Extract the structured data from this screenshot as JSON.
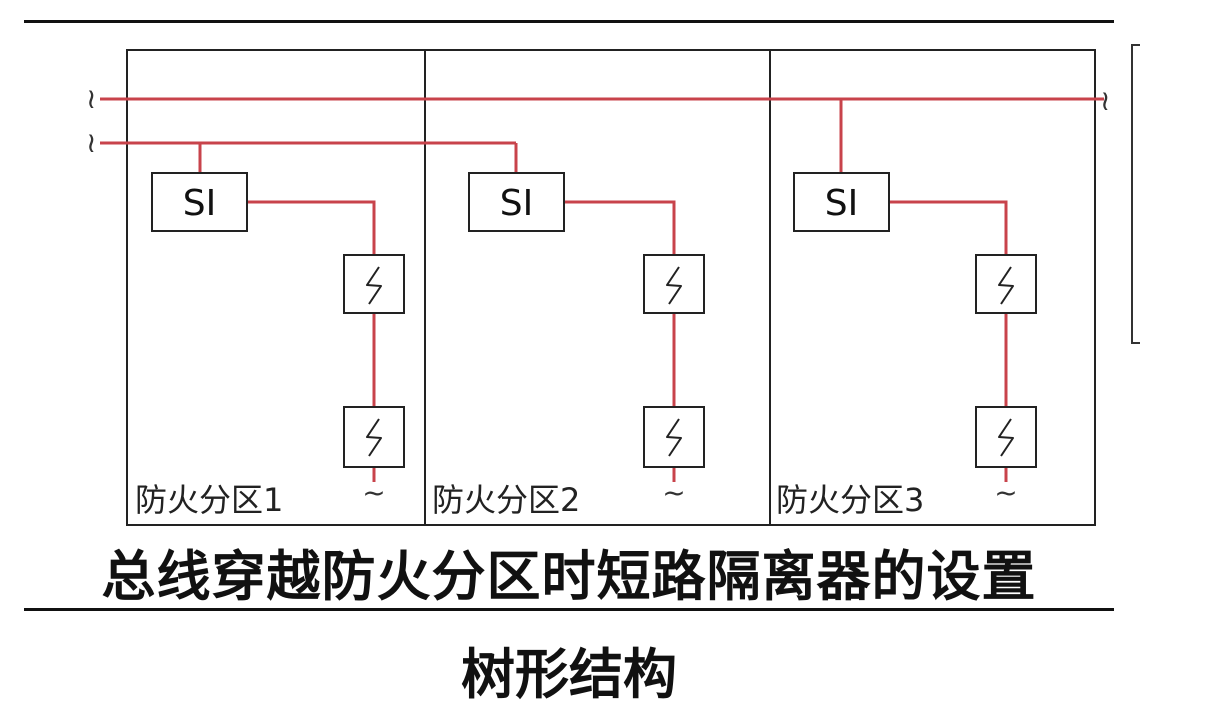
{
  "colors": {
    "bus": "#c8434b",
    "frame": "#222222",
    "text": "#111111"
  },
  "devices": {
    "isolator_label": "SI",
    "detector_icon": "detector-icon",
    "continue_symbol": "~",
    "break_symbol": "≀"
  },
  "zones": [
    {
      "label": "防火分区1"
    },
    {
      "label": "防火分区2"
    },
    {
      "label": "防火分区3"
    }
  ],
  "captions": {
    "title": "总线穿越防火分区时短路隔离器的设置",
    "subtitle": "树形结构"
  }
}
